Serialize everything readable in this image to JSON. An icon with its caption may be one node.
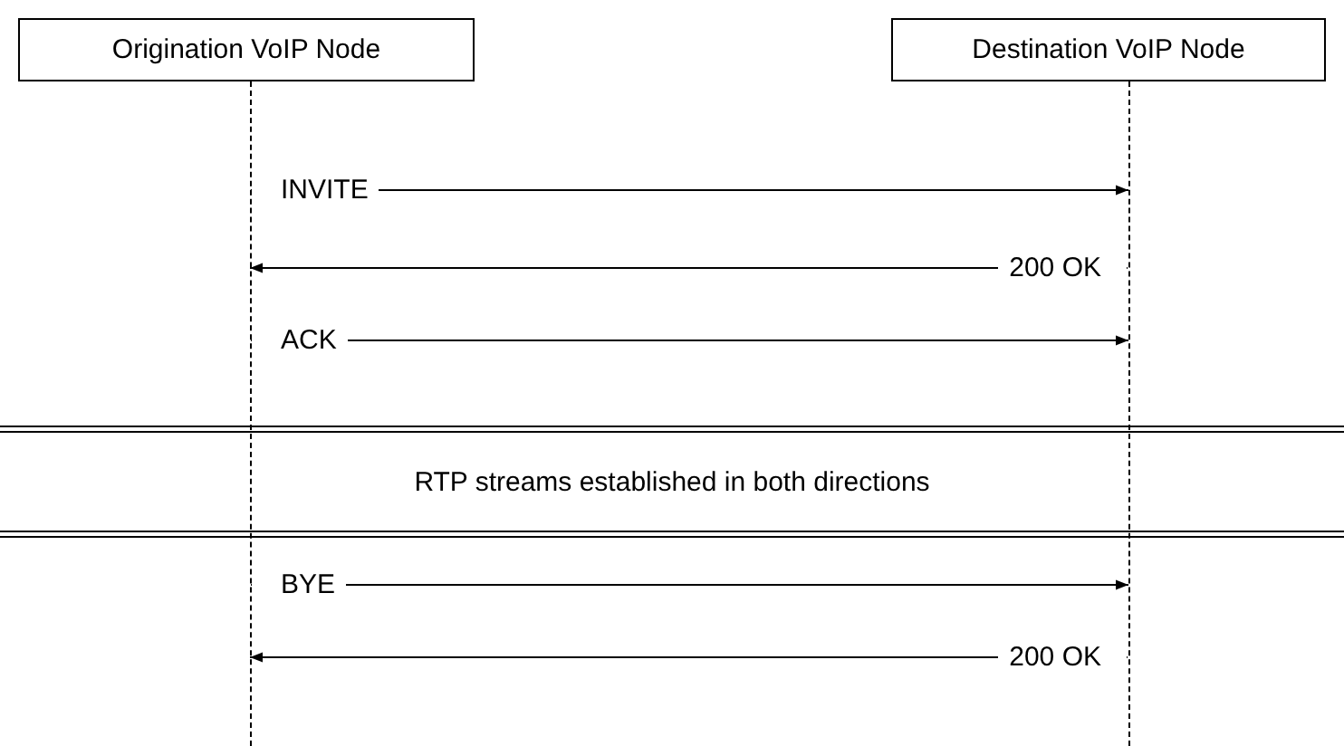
{
  "diagram": {
    "nodes": [
      {
        "text": [
          "Origination VoIP Node"
        ]
      },
      {
        "text": [
          "Destination VoIP Node"
        ]
      },
      {
        "text": [],
        "shape": "line"
      },
      {
        "text": [],
        "shape": "line"
      },
      {
        "text": [
          "RTP streams established in both directions"
        ]
      }
    ],
    "edges": [
      {
        "from": 2,
        "to": 3,
        "arrow": "to",
        "label": "INVITE"
      },
      {
        "from": 3,
        "to": 2,
        "arrow": "to",
        "label": "200 OK"
      },
      {
        "from": 2,
        "to": 3,
        "arrow": "to",
        "label": "ACK"
      },
      {
        "from": 2,
        "to": 3,
        "arrow": "to",
        "label": "BYE"
      },
      {
        "from": 3,
        "to": 2,
        "arrow": "to",
        "label": "200 OK"
      }
    ]
  }
}
